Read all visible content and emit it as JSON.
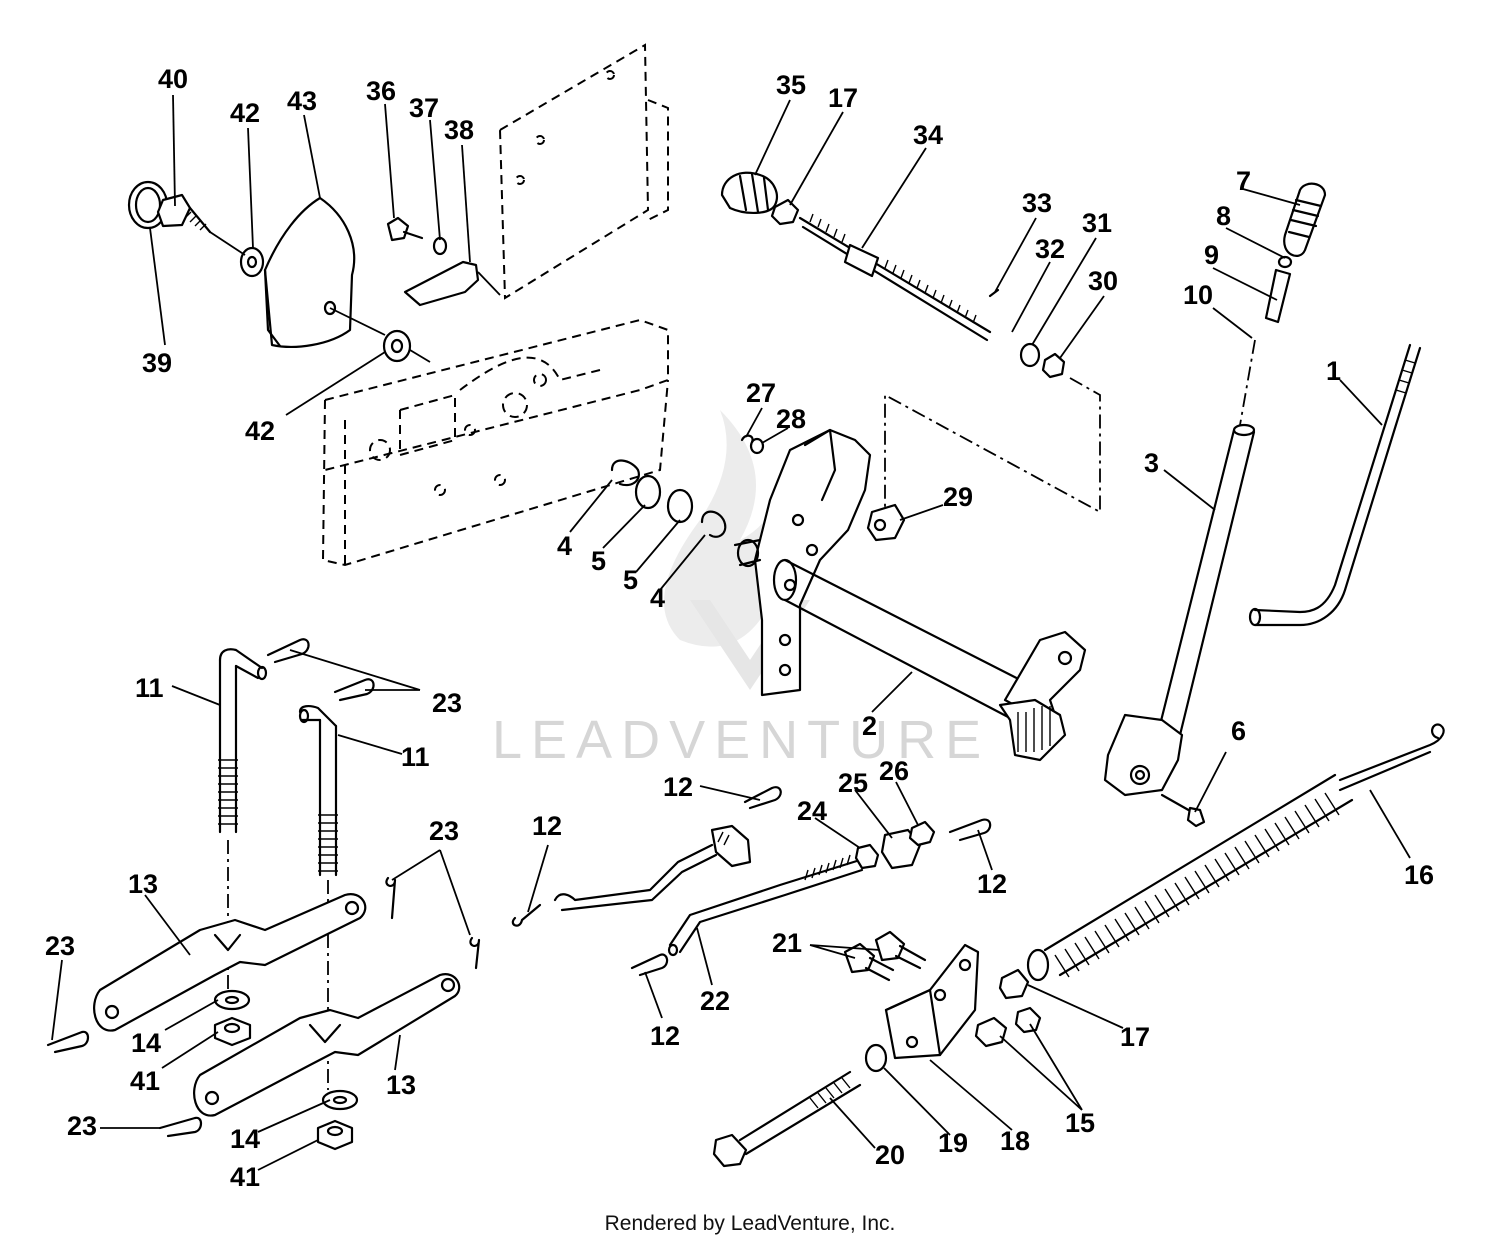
{
  "footer": {
    "text": "Rendered by LeadVenture, Inc."
  },
  "watermark": {
    "text": "LEADVENTURE"
  },
  "callouts": {
    "c40": "40",
    "c42a": "42",
    "c43": "43",
    "c39": "39",
    "c42b": "42",
    "c36": "36",
    "c37": "37",
    "c38": "38",
    "c35": "35",
    "c17a": "17",
    "c34": "34",
    "c33": "33",
    "c32": "32",
    "c31": "31",
    "c30": "30",
    "c7": "7",
    "c8": "8",
    "c9": "9",
    "c10": "10",
    "c1": "1",
    "c3": "3",
    "c27": "27",
    "c28": "28",
    "c29": "29",
    "c4a": "4",
    "c5a": "5",
    "c5b": "5",
    "c4b": "4",
    "c2": "2",
    "c6": "6",
    "c11a": "11",
    "c23a": "23",
    "c11b": "11",
    "c12a": "12",
    "c12b": "12",
    "c24": "24",
    "c25": "25",
    "c26": "26",
    "c12c": "12",
    "c13a": "13",
    "c23b": "23",
    "c23c": "23",
    "c16": "16",
    "c21": "21",
    "c22": "22",
    "c12d": "12",
    "c17b": "17",
    "c14a": "14",
    "c41a": "41",
    "c13b": "13",
    "c23d": "23",
    "c14b": "14",
    "c41b": "41",
    "c15": "15",
    "c20": "20",
    "c19": "19",
    "c18": "18"
  }
}
